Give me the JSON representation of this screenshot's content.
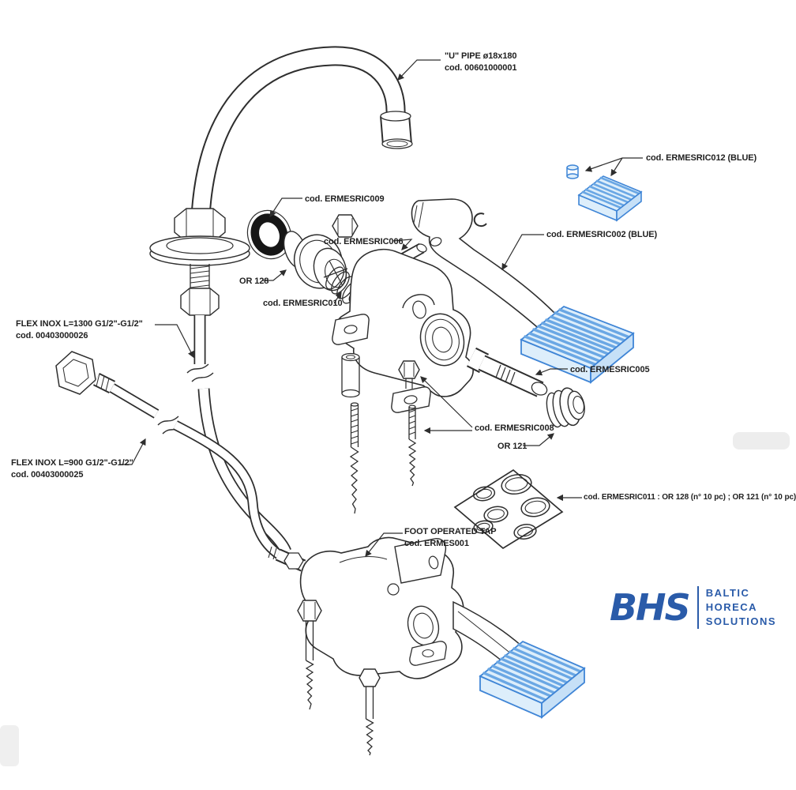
{
  "diagram": {
    "background": "#ffffff",
    "line_color": "#2e2e2e",
    "blue_part_stroke": "#3f85d6",
    "blue_part_fill": "#ddeefb",
    "blue_rib_color": "#6aa7e4",
    "labels": {
      "u_pipe": {
        "line1": "\"U\" PIPE ø18x180",
        "line2": "cod. 00601000001"
      },
      "ermesric012": {
        "text": "cod. ERMESRIC012 (BLUE)"
      },
      "ermesric009": {
        "text": "cod. ERMESRIC009"
      },
      "ermesric006": {
        "text": "cod. ERMESRIC006"
      },
      "or128": {
        "text": "OR 128"
      },
      "ermesric010": {
        "text": "cod. ERMESRIC010"
      },
      "ermesric002": {
        "text": "cod. ERMESRIC002 (BLUE)"
      },
      "flex_1300": {
        "line1": "FLEX INOX L=1300 G1/2\"-G1/2\"",
        "line2": "cod. 00403000026"
      },
      "ermesric005": {
        "text": "cod. ERMESRIC005"
      },
      "ermesric008": {
        "text": "cod. ERMESRIC008"
      },
      "or121": {
        "text": "OR 121"
      },
      "ermesric011": {
        "text": "cod. ERMESRIC011 : OR 128 (n° 10 pc) ; OR 121 (n° 10 pc)"
      },
      "flex_900": {
        "line1": "FLEX INOX L=900 G1/2\"-G1/2\"",
        "line2": "cod. 00403000025"
      },
      "foot_tap": {
        "line1": "FOOT OPERATED TAP",
        "line2": "cod. ERMES001"
      }
    },
    "logo": {
      "abbr": "BHS",
      "color": "#2a5ba9",
      "words": [
        "BALTIC",
        "HORECA",
        "SOLUTIONS"
      ]
    }
  }
}
